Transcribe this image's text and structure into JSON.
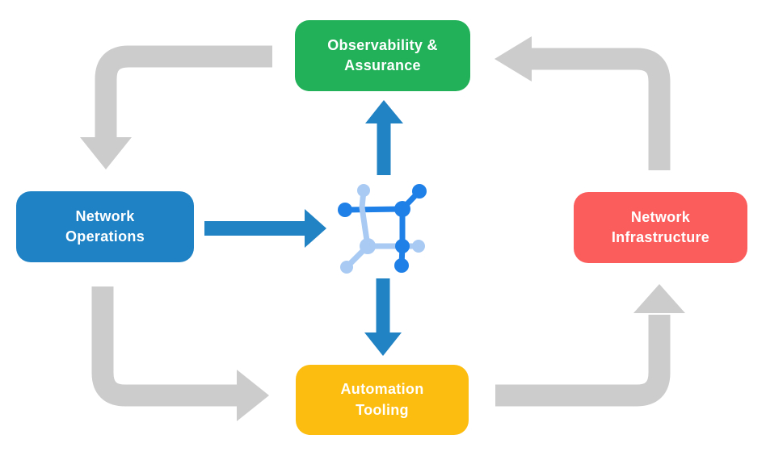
{
  "diagram": {
    "nodes": [
      {
        "id": "observability-assurance",
        "line1": "Observability &",
        "line2": "Assurance",
        "color": "#22B159"
      },
      {
        "id": "network-operations",
        "line1": "Network",
        "line2": "Operations",
        "color": "#1E82C4"
      },
      {
        "id": "network-infrastructure",
        "line1": "Network",
        "line2": "Infrastructure",
        "color": "#FB5D5D"
      },
      {
        "id": "automation-tooling",
        "line1": "Automation",
        "line2": "Tooling",
        "color": "#FDBD10"
      }
    ],
    "center_icon": "network-mesh-icon",
    "edges": [
      {
        "from": "observability-assurance",
        "to": "network-operations",
        "style": "cycle"
      },
      {
        "from": "network-operations",
        "to": "automation-tooling",
        "style": "cycle"
      },
      {
        "from": "automation-tooling",
        "to": "network-infrastructure",
        "style": "cycle"
      },
      {
        "from": "network-infrastructure",
        "to": "observability-assurance",
        "style": "cycle"
      },
      {
        "from": "network-operations",
        "to": "center-icon",
        "style": "flow"
      },
      {
        "from": "center-icon",
        "to": "observability-assurance",
        "style": "flow"
      },
      {
        "from": "center-icon",
        "to": "automation-tooling",
        "style": "flow"
      }
    ]
  },
  "colors": {
    "background": "#FFFFFF",
    "cycle_arrow": "#CCCCCC",
    "flow_arrow": "#2182C4",
    "icon_dark_blue": "#1F80E8",
    "icon_light_blue": "#A9CAF3",
    "box_text": "#FFFFFF"
  }
}
